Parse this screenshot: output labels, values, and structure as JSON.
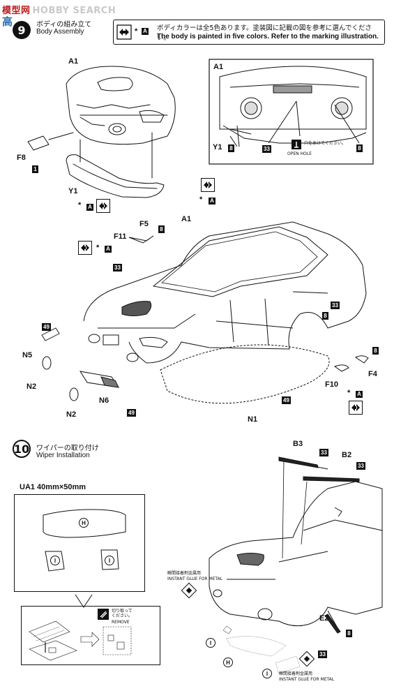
{
  "watermark": {
    "cn": "模型网",
    "en": "HOBBY SEARCH",
    "site": "高"
  },
  "step9": {
    "number": "9",
    "title_jp": "ボディの組み立て",
    "title_en": "Body Assembly",
    "note_jp": "ボディカラーは全5色あります。塗装図に記載の図を参考に選んでください。",
    "note_en": "The body is painted in five colors. Refer to the marking illustration.",
    "note_code": "A",
    "labels": {
      "a1_top": "A1",
      "f8": "F8",
      "f8_code": "1",
      "y1": "Y1",
      "a1_mid": "A1",
      "f5": "F5",
      "f5_code": "8",
      "f11": "F11",
      "code_33a": "33",
      "code_49a": "49",
      "n5": "N5",
      "n2a": "N2",
      "n6": "N6",
      "n2b": "N2",
      "code_49b": "49",
      "n1": "N1",
      "code_49c": "49",
      "code_33b": "33",
      "code_8a": "8",
      "f10": "F10",
      "f4": "F4",
      "f4_code": "8",
      "inset_a1": "A1",
      "inset_y1": "Y1",
      "inset_y1_code": "8",
      "inset_33": "33",
      "inset_8": "8",
      "open_hole_jp": "穴をあけてください。",
      "open_hole_en": "OPEN HOLE"
    },
    "color_code": "A"
  },
  "step10": {
    "number": "10",
    "title_jp": "ワイパーの取り付け",
    "title_en": "Wiper Installation",
    "ua1_label": "UA1  40mm×50mm",
    "marks": {
      "h": "H",
      "i": "I"
    },
    "remove_jp": "切り取って\nください。",
    "remove_en": "REMOVE",
    "labels": {
      "b3": "B3",
      "b3_code": "33",
      "b2": "B2",
      "b2_code": "33",
      "e2": "E2",
      "e2_code": "8",
      "code_33c": "33"
    },
    "glue_jp": "瞬間接着剤金属用",
    "glue_en": "INSTANT GLUE FOR METAL"
  }
}
